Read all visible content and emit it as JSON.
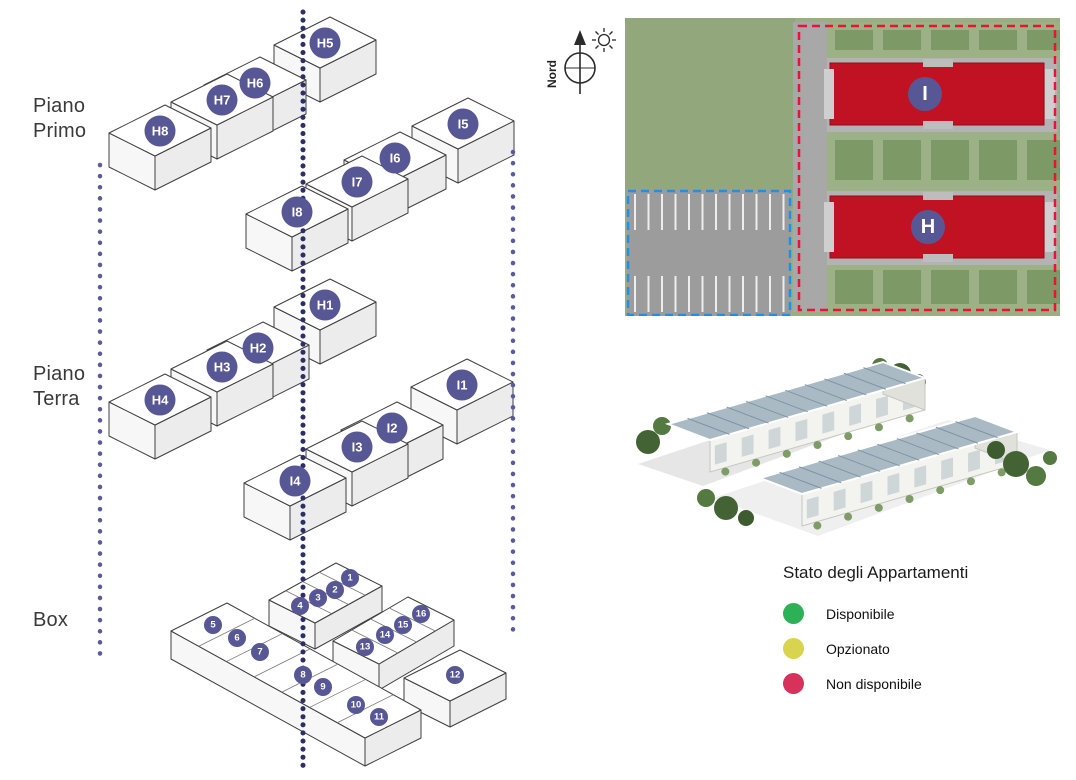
{
  "floors": [
    {
      "label": "Piano Primo",
      "units": [
        "H5",
        "H6",
        "H7",
        "H8",
        "I5",
        "I6",
        "I7",
        "I8"
      ]
    },
    {
      "label": "Piano Terra",
      "units": [
        "H1",
        "H2",
        "H3",
        "H4",
        "I1",
        "I2",
        "I3",
        "I4"
      ]
    },
    {
      "label": "Box",
      "units": [
        "1",
        "2",
        "3",
        "4",
        "5",
        "6",
        "7",
        "8",
        "9",
        "10",
        "11",
        "12",
        "13",
        "14",
        "15",
        "16"
      ]
    }
  ],
  "site_plan": {
    "compass_label": "Nord",
    "building_badges": [
      "I",
      "H"
    ]
  },
  "legend": {
    "title": "Stato degli Appartamenti",
    "items": [
      {
        "label": "Disponibile",
        "color": "#2db157"
      },
      {
        "label": "Opzionato",
        "color": "#d8d44e"
      },
      {
        "label": "Non disponibile",
        "color": "#d8315b"
      }
    ]
  },
  "colors": {
    "unit_badge": "#585795",
    "building_red": "#c01222",
    "dotted_line": "#5a5a9d",
    "dotted_line_center": "#2d2d6b"
  }
}
